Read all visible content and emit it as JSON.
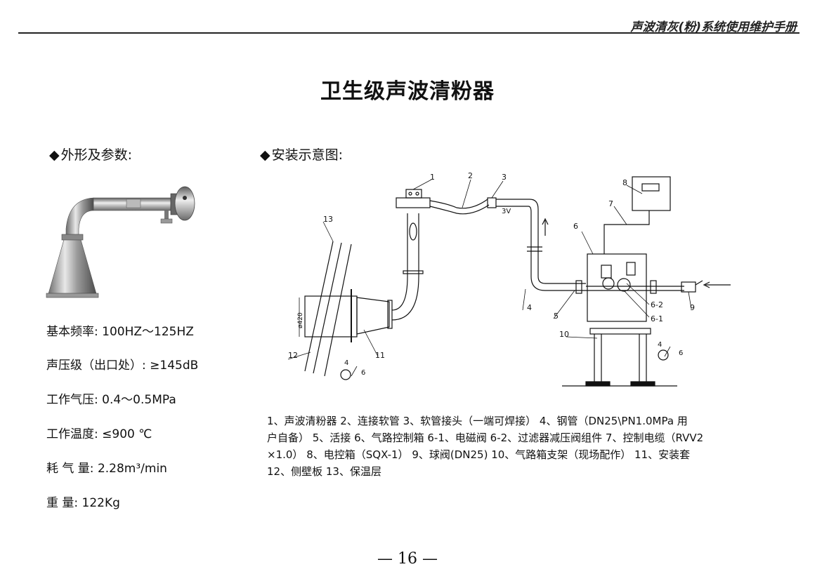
{
  "header": {
    "manual_title": "声波清灰(粉)系统使用维护手册"
  },
  "page_title": "卫生级声波清粉器",
  "sections": {
    "left": {
      "bullet": "◆",
      "label": "外形及参数:"
    },
    "right": {
      "bullet": "◆",
      "label": "安装示意图:"
    }
  },
  "parameters": [
    {
      "text": "基本频率: 100HZ～125HZ"
    },
    {
      "text": "声压级（出口处）: ≥145dB"
    },
    {
      "text": "工作气压: 0.4～0.5MPa"
    },
    {
      "text": "工作温度:  ≤900 ℃"
    },
    {
      "text": "耗 气 量: 2.28m³/min"
    },
    {
      "text": "重     量: 122Kg"
    }
  ],
  "diagram": {
    "callouts": [
      "1",
      "2",
      "3",
      "4",
      "5",
      "6",
      "6-1",
      "6-2",
      "7",
      "8",
      "9",
      "10",
      "11",
      "12",
      "13"
    ],
    "dimension": "ø420",
    "voltage": "3V",
    "fraction_labels": [
      {
        "top": "4",
        "bottom": "6"
      },
      {
        "top": "4",
        "bottom": "6"
      }
    ]
  },
  "legend": {
    "lines": [
      "1、声波清粉器  2、连接软管 3、软管接头（一端可焊接） 4、钢管（DN25\\PN1.0MPa 用",
      "户自备） 5、活接 6、气路控制箱    6-1、电磁阀 6-2、过滤器减压阀组件  7、控制电缆（RVV2",
      "×1.0） 8、电控箱（SQX-1）  9、球阀(DN25)  10、气路箱支架（现场配作）  11、安装套",
      "12、侧壁板   13、保温层"
    ]
  },
  "footer": {
    "page_number": "— 16 —"
  }
}
